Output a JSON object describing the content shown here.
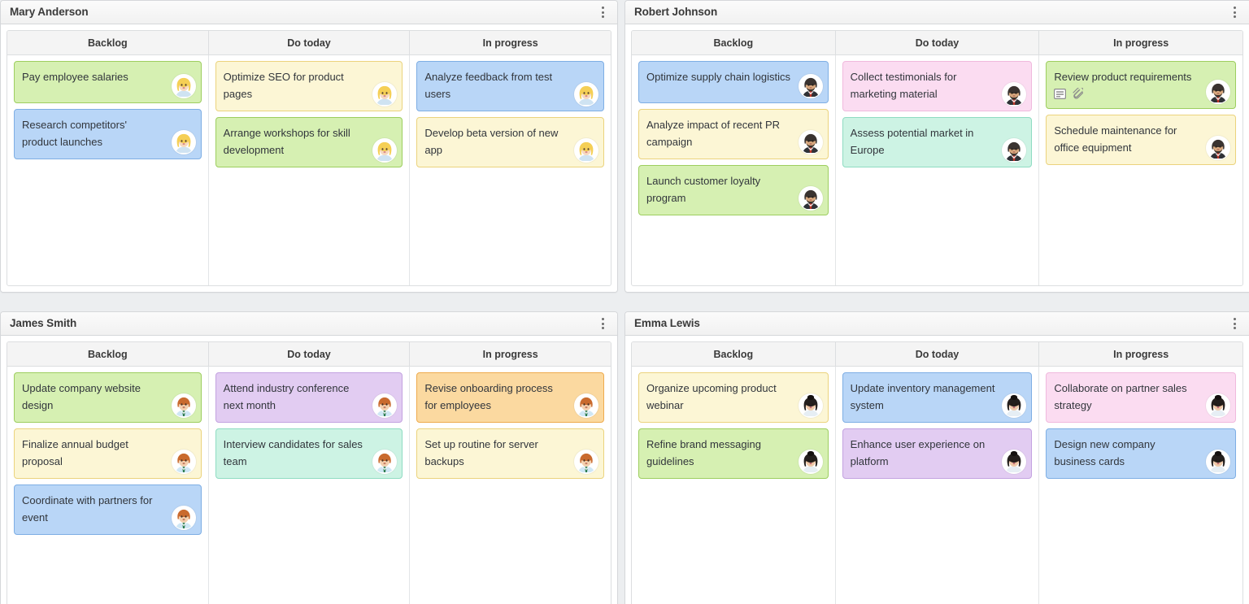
{
  "columns": [
    "Backlog",
    "Do today",
    "In progress"
  ],
  "icons": {
    "menu": "vertical-dots-icon",
    "description": "description-icon",
    "attachment": "paperclip-icon"
  },
  "colors": {
    "green": "#d6f0b2",
    "blue": "#b9d6f7",
    "yellow": "#fcf6d5",
    "pink": "#fbdcf1",
    "teal": "#cdf3e4",
    "purple": "#e2ccf2",
    "orange": "#fbd9a0",
    "panel_bg": "#ffffff",
    "page_bg": "#eceef0",
    "header_text": "#3a3a3a"
  },
  "boards": [
    {
      "title": "Mary Anderson",
      "avatar": "blonde-woman",
      "columns": [
        {
          "name": "Backlog",
          "cards": [
            {
              "text": "Pay employee salaries",
              "color": "green",
              "badges": []
            },
            {
              "text": "Research competitors' product launches",
              "color": "blue",
              "badges": []
            }
          ]
        },
        {
          "name": "Do today",
          "cards": [
            {
              "text": "Optimize SEO for product pages",
              "color": "yellow",
              "badges": []
            },
            {
              "text": "Arrange workshops for skill development",
              "color": "green",
              "badges": []
            }
          ]
        },
        {
          "name": "In progress",
          "cards": [
            {
              "text": "Analyze feedback from test users",
              "color": "blue",
              "badges": []
            },
            {
              "text": "Develop beta version of new app",
              "color": "yellow",
              "badges": []
            }
          ]
        }
      ]
    },
    {
      "title": "Robert Johnson",
      "avatar": "dark-man",
      "columns": [
        {
          "name": "Backlog",
          "cards": [
            {
              "text": "Optimize supply chain logistics",
              "color": "blue",
              "badges": []
            },
            {
              "text": "Analyze impact of recent PR campaign",
              "color": "yellow",
              "badges": []
            },
            {
              "text": "Launch customer loyalty program",
              "color": "green",
              "badges": []
            }
          ]
        },
        {
          "name": "Do today",
          "cards": [
            {
              "text": "Collect testimonials for marketing material",
              "color": "pink",
              "badges": []
            },
            {
              "text": "Assess potential market in Europe",
              "color": "teal",
              "badges": []
            }
          ]
        },
        {
          "name": "In progress",
          "cards": [
            {
              "text": "Review product requirements",
              "color": "green",
              "badges": [
                "description",
                "attachment"
              ]
            },
            {
              "text": "Schedule maintenance for office equipment",
              "color": "yellow",
              "badges": []
            }
          ]
        }
      ]
    },
    {
      "title": "James Smith",
      "avatar": "ginger-man",
      "columns": [
        {
          "name": "Backlog",
          "cards": [
            {
              "text": "Update company website design",
              "color": "green",
              "badges": []
            },
            {
              "text": "Finalize annual budget proposal",
              "color": "yellow",
              "badges": []
            },
            {
              "text": "Coordinate with partners for event",
              "color": "blue",
              "badges": []
            }
          ]
        },
        {
          "name": "Do today",
          "cards": [
            {
              "text": "Attend industry conference next month",
              "color": "purple",
              "badges": []
            },
            {
              "text": "Interview candidates for sales team",
              "color": "teal",
              "badges": []
            }
          ]
        },
        {
          "name": "In progress",
          "cards": [
            {
              "text": "Revise onboarding process for employees",
              "color": "orange",
              "badges": []
            },
            {
              "text": "Set up routine for server backups",
              "color": "yellow",
              "badges": []
            }
          ]
        }
      ]
    },
    {
      "title": "Emma Lewis",
      "avatar": "dark-woman",
      "columns": [
        {
          "name": "Backlog",
          "cards": [
            {
              "text": "Organize upcoming product webinar",
              "color": "yellow",
              "badges": []
            },
            {
              "text": "Refine brand messaging guidelines",
              "color": "green",
              "badges": []
            }
          ]
        },
        {
          "name": "Do today",
          "cards": [
            {
              "text": "Update inventory management system",
              "color": "blue",
              "badges": []
            },
            {
              "text": "Enhance user experience on platform",
              "color": "purple",
              "badges": []
            }
          ]
        },
        {
          "name": "In progress",
          "cards": [
            {
              "text": "Collaborate on partner sales strategy",
              "color": "pink",
              "badges": []
            },
            {
              "text": "Design new company business cards",
              "color": "blue",
              "badges": []
            }
          ]
        }
      ]
    }
  ]
}
